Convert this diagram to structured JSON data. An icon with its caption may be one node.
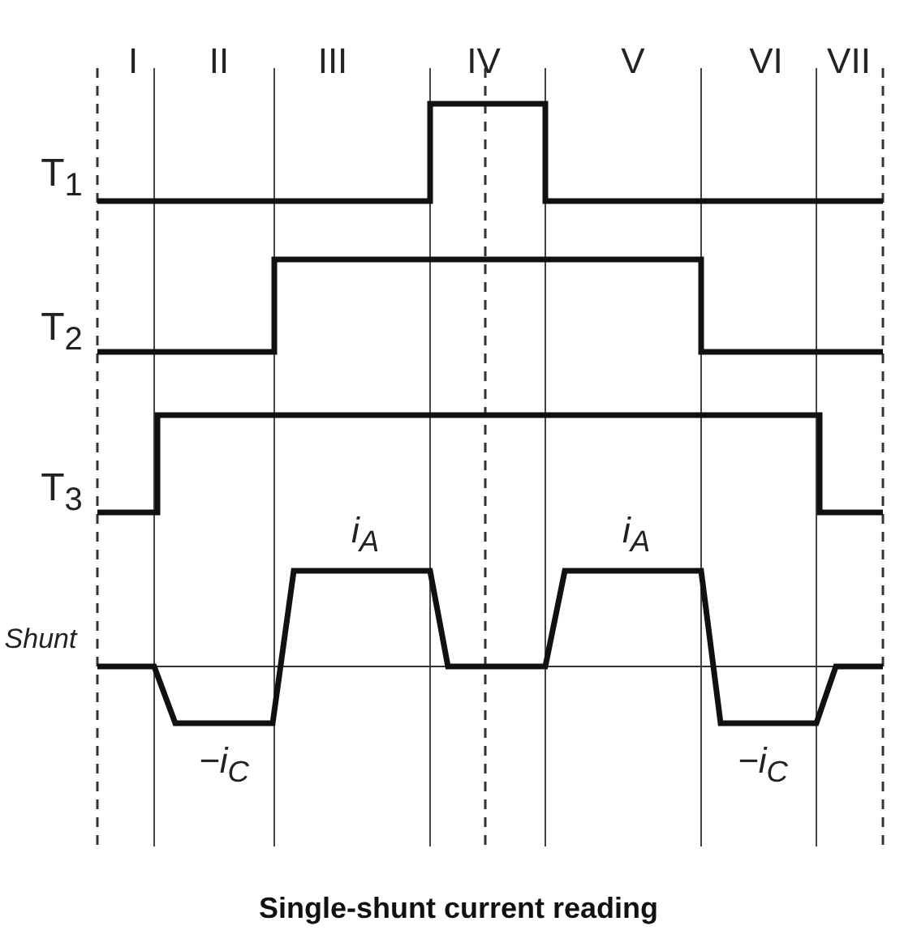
{
  "diagram": {
    "caption": "Single-shunt current reading",
    "labels": [
      "I",
      "II",
      "III",
      "IV",
      "V",
      "VI",
      "VII",
      "T$_{1}$",
      "T$_{2}$",
      "T$_{3}$",
      "Shunt",
      "i$_{A}$",
      "i$_{A}$",
      "−i$_{C}$",
      "−i$_{C}$"
    ]
  }
}
